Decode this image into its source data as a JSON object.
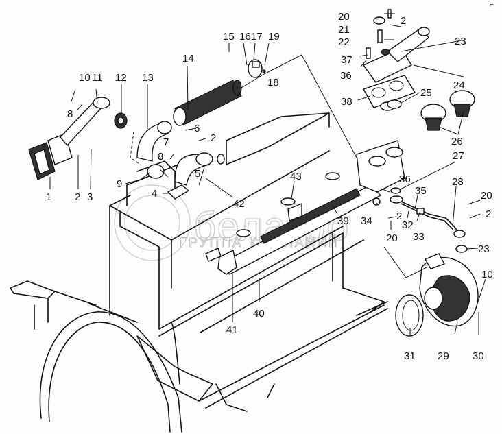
{
  "diagram": {
    "title": "Engine cooling system parts (exploded view)",
    "corner_mark": "⌐"
  },
  "watermark": {
    "brand": "белагро",
    "subtitle": "ГРУППА КОМПАНИЙ"
  },
  "callouts": {
    "c1": "1",
    "c2a": "2",
    "c3": "3",
    "c4": "4",
    "c5": "5",
    "c6": "6",
    "c7": "7",
    "c8a": "8",
    "c8b": "8",
    "c9": "9",
    "c10a": "10",
    "c11": "11",
    "c12": "12",
    "c13": "13",
    "c14": "14",
    "c15": "15",
    "c16": "16",
    "c17": "17",
    "c18": "18",
    "c19": "19",
    "c2b": "2",
    "c20a": "20",
    "c2c": "2",
    "c21": "21",
    "c22": "22",
    "c23a": "23",
    "c37": "37",
    "c36a": "36",
    "c24": "24",
    "c38": "38",
    "c25": "25",
    "c26": "26",
    "c27": "27",
    "c36b": "36",
    "c35": "35",
    "c28": "28",
    "c20b": "20",
    "c2d": "2",
    "c43": "43",
    "c42": "42",
    "c39": "39",
    "c34": "34",
    "c2e": "2",
    "c32": "32",
    "c33": "33",
    "c20c": "20",
    "c23b": "23",
    "c10b": "10",
    "c41": "41",
    "c40": "40",
    "c31": "31",
    "c29": "29",
    "c30": "30"
  }
}
